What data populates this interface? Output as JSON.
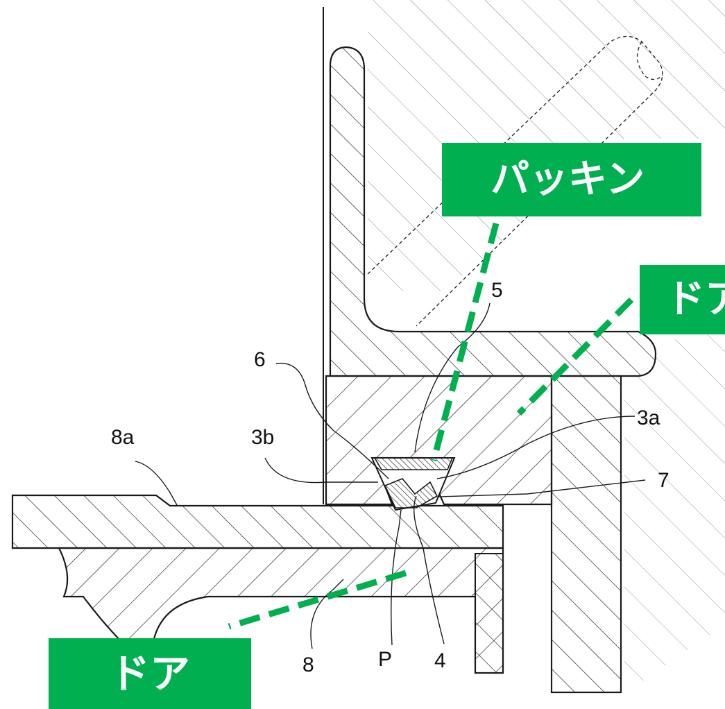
{
  "colors": {
    "line": "#1a1a1a",
    "callout_bg": "#00b050",
    "callout_text": "#ffffff",
    "leader": "#00b050",
    "background": "#ffffff"
  },
  "callouts": {
    "packing": "パッキン",
    "door_right": "ドア",
    "door_left": "ドア"
  },
  "reference_labels": {
    "r5": "5",
    "r6": "6",
    "r3a": "3a",
    "r3b": "3b",
    "r8a": "8a",
    "r7": "7",
    "r8": "8",
    "rP": "P",
    "r4": "4"
  }
}
